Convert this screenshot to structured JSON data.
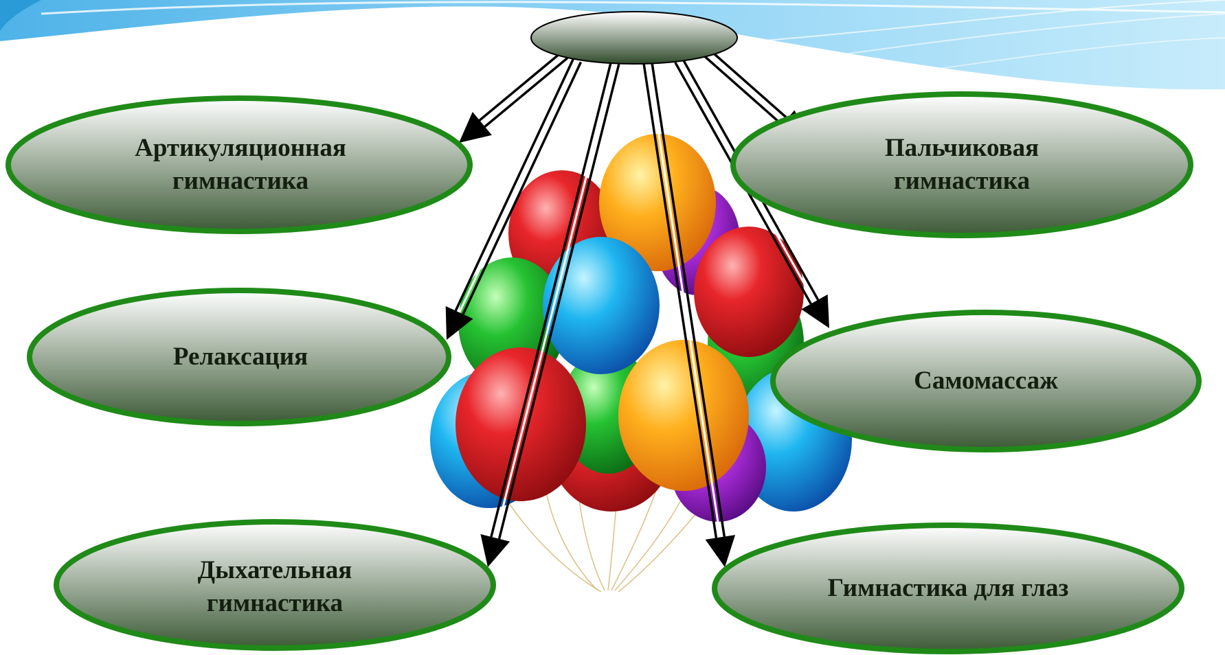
{
  "colors": {
    "node_border": "#1f8a18",
    "node_fill_top": "#ffffff",
    "node_fill_bottom": "#3c5a36",
    "arrow": "#000000",
    "text": "#141e10",
    "background_sky": "#7ecbf0"
  },
  "center_node": {
    "label": ""
  },
  "nodes": [
    {
      "id": "articulation",
      "label": "Артикуляционная\nгимнастика"
    },
    {
      "id": "finger",
      "label": "Пальчиковая\nгимнастика"
    },
    {
      "id": "relaxation",
      "label": "Релаксация"
    },
    {
      "id": "self-massage",
      "label": "Самомассаж"
    },
    {
      "id": "breathing",
      "label": "Дыхательная\nгимнастика"
    },
    {
      "id": "eyes",
      "label": "Гимнастика  для глаз"
    }
  ],
  "illustration": {
    "name": "balloons-cluster-image"
  }
}
